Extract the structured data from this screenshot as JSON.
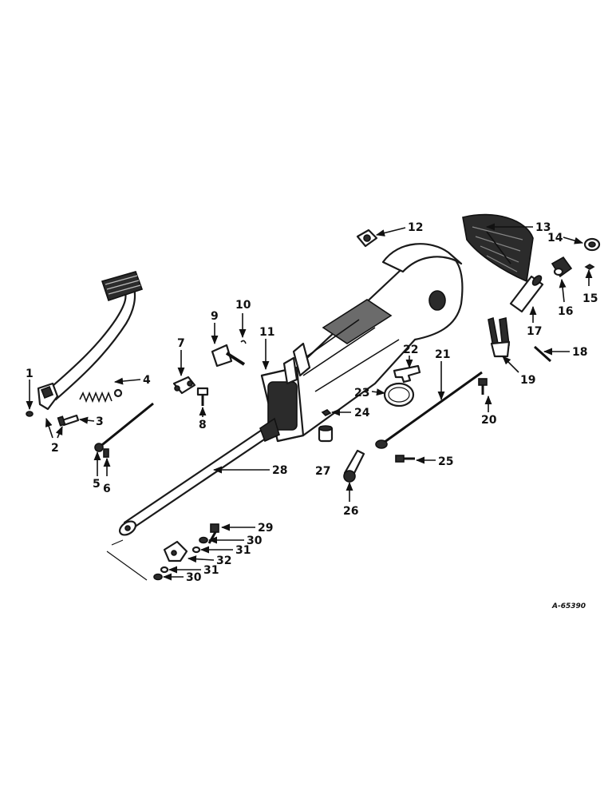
{
  "diagram": {
    "reference_code": "A-65390",
    "callouts": [
      "1",
      "2",
      "3",
      "4",
      "5",
      "6",
      "7",
      "8",
      "9",
      "10",
      "11",
      "12",
      "13",
      "14",
      "15",
      "16",
      "17",
      "18",
      "19",
      "20",
      "21",
      "22",
      "23",
      "24",
      "25",
      "26",
      "27",
      "28",
      "29",
      "30",
      "31",
      "32",
      "31",
      "30"
    ]
  }
}
